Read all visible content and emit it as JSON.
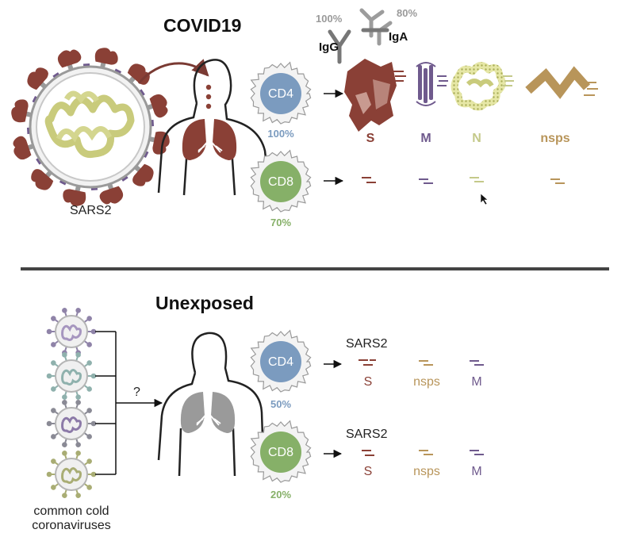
{
  "colors": {
    "cd4": "#7b9bbf",
    "cd8": "#86b068",
    "spike": "#8a4036",
    "membrane": "#6f5a8d",
    "nucleocapsid": "#c4c98a",
    "nsps": "#b8955a",
    "divider": "#444444",
    "antibody": "#777777"
  },
  "top": {
    "title": "COVID19",
    "virus_label": "SARS2",
    "cd4": {
      "label": "CD4",
      "percent": "100%"
    },
    "cd8": {
      "label": "CD8",
      "percent": "70%"
    },
    "antibodies": {
      "igg": "IgG",
      "igg_percent": "100%",
      "iga": "IgA",
      "iga_percent": "80%"
    },
    "proteins": [
      {
        "key": "S",
        "label": "S",
        "color": "#8a4036"
      },
      {
        "key": "M",
        "label": "M",
        "color": "#6f5a8d"
      },
      {
        "key": "N",
        "label": "N",
        "color": "#c4c98a"
      },
      {
        "key": "nsps",
        "label": "nsps",
        "color": "#b8955a"
      }
    ]
  },
  "bottom": {
    "title": "Unexposed",
    "question": "?",
    "virus_label_line1": "common cold",
    "virus_label_line2": "coronaviruses",
    "cd4": {
      "label": "CD4",
      "percent": "50%",
      "heading": "SARS2"
    },
    "cd8": {
      "label": "CD8",
      "percent": "20%",
      "heading": "SARS2"
    },
    "proteins": [
      {
        "key": "S",
        "label": "S",
        "color": "#8a4036"
      },
      {
        "key": "nsps",
        "label": "nsps",
        "color": "#b8955a"
      },
      {
        "key": "M",
        "label": "M",
        "color": "#6f5a8d"
      }
    ]
  }
}
